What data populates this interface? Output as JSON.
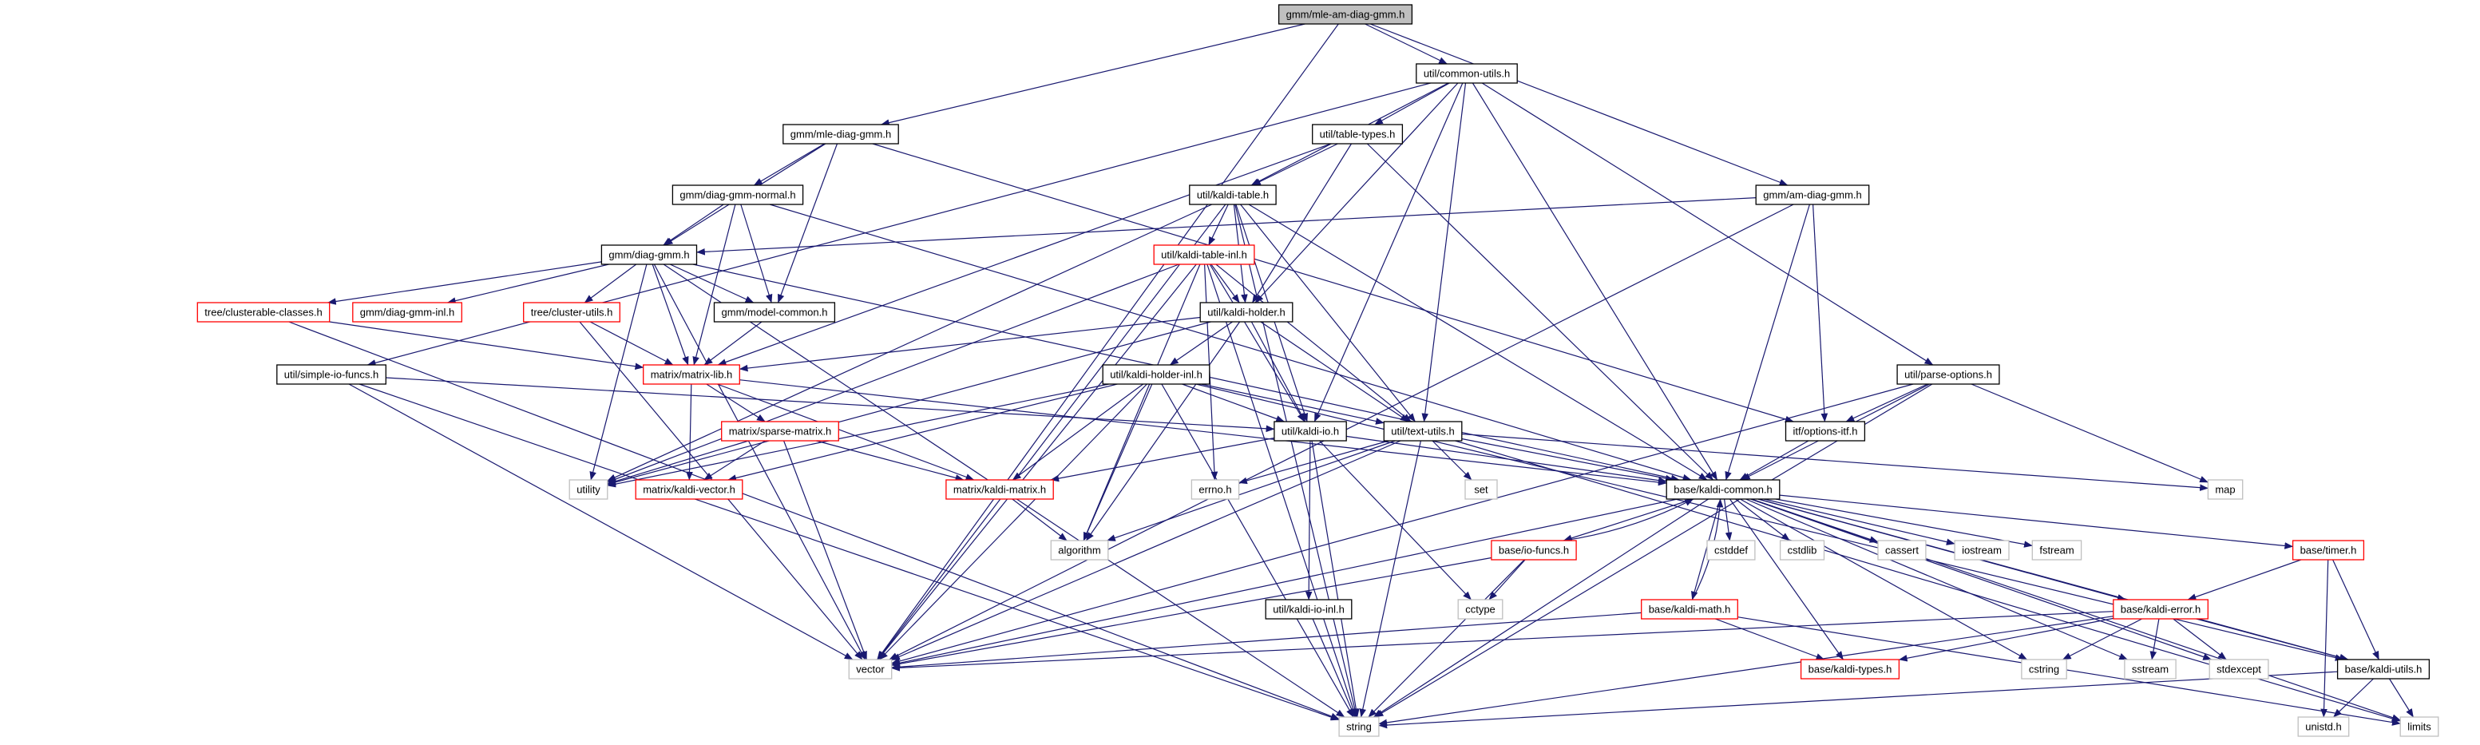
{
  "graph": {
    "colors": {
      "edge": "#191970",
      "root_fill": "#bfbfbf",
      "node_border": "#000000",
      "truncated_border": "#ff0000",
      "system_border": "#bfbfbf",
      "text": "#000000",
      "background": "#ffffff"
    },
    "nodes": [
      {
        "id": "root",
        "label": "gmm/mle-am-diag-gmm.h",
        "style": "root"
      },
      {
        "id": "common_utils",
        "label": "util/common-utils.h",
        "style": "normal"
      },
      {
        "id": "mle_diag",
        "label": "gmm/mle-diag-gmm.h",
        "style": "normal"
      },
      {
        "id": "table_types",
        "label": "util/table-types.h",
        "style": "normal"
      },
      {
        "id": "am_diag",
        "label": "gmm/am-diag-gmm.h",
        "style": "normal"
      },
      {
        "id": "dgn",
        "label": "gmm/diag-gmm-normal.h",
        "style": "normal"
      },
      {
        "id": "kaldi_table",
        "label": "util/kaldi-table.h",
        "style": "normal"
      },
      {
        "id": "diag_gmm",
        "label": "gmm/diag-gmm.h",
        "style": "normal"
      },
      {
        "id": "table_inl",
        "label": "util/kaldi-table-inl.h",
        "style": "truncated"
      },
      {
        "id": "clusterable",
        "label": "tree/clusterable-classes.h",
        "style": "truncated"
      },
      {
        "id": "dg_inl",
        "label": "gmm/diag-gmm-inl.h",
        "style": "truncated"
      },
      {
        "id": "cluster_utils",
        "label": "tree/cluster-utils.h",
        "style": "truncated"
      },
      {
        "id": "model_common",
        "label": "gmm/model-common.h",
        "style": "normal"
      },
      {
        "id": "holder",
        "label": "util/kaldi-holder.h",
        "style": "normal"
      },
      {
        "id": "parse_options",
        "label": "util/parse-options.h",
        "style": "normal"
      },
      {
        "id": "simple_io",
        "label": "util/simple-io-funcs.h",
        "style": "normal"
      },
      {
        "id": "matrix_lib",
        "label": "matrix/matrix-lib.h",
        "style": "truncated"
      },
      {
        "id": "holder_inl",
        "label": "util/kaldi-holder-inl.h",
        "style": "normal"
      },
      {
        "id": "options_itf",
        "label": "itf/options-itf.h",
        "style": "normal"
      },
      {
        "id": "kaldi_io",
        "label": "util/kaldi-io.h",
        "style": "normal"
      },
      {
        "id": "text_utils",
        "label": "util/text-utils.h",
        "style": "normal"
      },
      {
        "id": "sparse",
        "label": "matrix/sparse-matrix.h",
        "style": "truncated"
      },
      {
        "id": "utility",
        "label": "utility",
        "style": "system"
      },
      {
        "id": "kaldi_vector",
        "label": "matrix/kaldi-vector.h",
        "style": "truncated"
      },
      {
        "id": "kaldi_matrix",
        "label": "matrix/kaldi-matrix.h",
        "style": "truncated"
      },
      {
        "id": "errno",
        "label": "errno.h",
        "style": "system"
      },
      {
        "id": "set",
        "label": "set",
        "style": "system"
      },
      {
        "id": "kaldi_common",
        "label": "base/kaldi-common.h",
        "style": "normal"
      },
      {
        "id": "map",
        "label": "map",
        "style": "system"
      },
      {
        "id": "algorithm",
        "label": "algorithm",
        "style": "system"
      },
      {
        "id": "io_funcs",
        "label": "base/io-funcs.h",
        "style": "truncated"
      },
      {
        "id": "cstddef",
        "label": "cstddef",
        "style": "system"
      },
      {
        "id": "cstdlib",
        "label": "cstdlib",
        "style": "system"
      },
      {
        "id": "cassert",
        "label": "cassert",
        "style": "system"
      },
      {
        "id": "iostream",
        "label": "iostream",
        "style": "system"
      },
      {
        "id": "fstream",
        "label": "fstream",
        "style": "system"
      },
      {
        "id": "timer",
        "label": "base/timer.h",
        "style": "truncated"
      },
      {
        "id": "cctype",
        "label": "cctype",
        "style": "system"
      },
      {
        "id": "io_inl",
        "label": "util/kaldi-io-inl.h",
        "style": "normal"
      },
      {
        "id": "kaldi_math",
        "label": "base/kaldi-math.h",
        "style": "truncated"
      },
      {
        "id": "kaldi_error",
        "label": "base/kaldi-error.h",
        "style": "truncated"
      },
      {
        "id": "vector",
        "label": "vector",
        "style": "system"
      },
      {
        "id": "kaldi_types",
        "label": "base/kaldi-types.h",
        "style": "truncated"
      },
      {
        "id": "cstring",
        "label": "cstring",
        "style": "system"
      },
      {
        "id": "sstream",
        "label": "sstream",
        "style": "system"
      },
      {
        "id": "stdexcept",
        "label": "stdexcept",
        "style": "system"
      },
      {
        "id": "kaldi_utils",
        "label": "base/kaldi-utils.h",
        "style": "normal"
      },
      {
        "id": "string",
        "label": "string",
        "style": "system"
      },
      {
        "id": "unistd",
        "label": "unistd.h",
        "style": "system"
      },
      {
        "id": "limits",
        "label": "limits",
        "style": "system"
      }
    ],
    "edges": [
      [
        "root",
        "common_utils"
      ],
      [
        "root",
        "mle_diag"
      ],
      [
        "root",
        "am_diag"
      ],
      [
        "root",
        "vector"
      ],
      [
        "common_utils",
        "table_types"
      ],
      [
        "common_utils",
        "kaldi_table"
      ],
      [
        "common_utils",
        "holder"
      ],
      [
        "common_utils",
        "kaldi_io"
      ],
      [
        "common_utils",
        "text_utils"
      ],
      [
        "common_utils",
        "kaldi_common"
      ],
      [
        "common_utils",
        "parse_options"
      ],
      [
        "common_utils",
        "simple_io"
      ],
      [
        "mle_diag",
        "dgn"
      ],
      [
        "mle_diag",
        "diag_gmm"
      ],
      [
        "mle_diag",
        "model_common"
      ],
      [
        "mle_diag",
        "options_itf"
      ],
      [
        "table_types",
        "kaldi_table"
      ],
      [
        "table_types",
        "holder"
      ],
      [
        "table_types",
        "kaldi_common"
      ],
      [
        "table_types",
        "matrix_lib"
      ],
      [
        "am_diag",
        "diag_gmm"
      ],
      [
        "am_diag",
        "options_itf"
      ],
      [
        "am_diag",
        "kaldi_common"
      ],
      [
        "am_diag",
        "vector"
      ],
      [
        "dgn",
        "diag_gmm"
      ],
      [
        "dgn",
        "model_common"
      ],
      [
        "dgn",
        "matrix_lib"
      ],
      [
        "dgn",
        "kaldi_common"
      ],
      [
        "kaldi_table",
        "table_inl"
      ],
      [
        "kaldi_table",
        "holder"
      ],
      [
        "kaldi_table",
        "kaldi_io"
      ],
      [
        "kaldi_table",
        "text_utils"
      ],
      [
        "kaldi_table",
        "kaldi_common"
      ],
      [
        "kaldi_table",
        "utility"
      ],
      [
        "kaldi_table",
        "vector"
      ],
      [
        "kaldi_table",
        "string"
      ],
      [
        "diag_gmm",
        "clusterable"
      ],
      [
        "diag_gmm",
        "dg_inl"
      ],
      [
        "diag_gmm",
        "cluster_utils"
      ],
      [
        "diag_gmm",
        "model_common"
      ],
      [
        "diag_gmm",
        "matrix_lib"
      ],
      [
        "diag_gmm",
        "kaldi_common"
      ],
      [
        "diag_gmm",
        "utility"
      ],
      [
        "diag_gmm",
        "vector"
      ],
      [
        "diag_gmm",
        "string"
      ],
      [
        "table_inl",
        "holder"
      ],
      [
        "table_inl",
        "kaldi_io"
      ],
      [
        "table_inl",
        "text_utils"
      ],
      [
        "table_inl",
        "errno"
      ],
      [
        "table_inl",
        "algorithm"
      ],
      [
        "table_inl",
        "vector"
      ],
      [
        "table_inl",
        "utility"
      ],
      [
        "table_inl",
        "string"
      ],
      [
        "clusterable",
        "matrix_lib"
      ],
      [
        "clusterable",
        "string"
      ],
      [
        "cluster_utils",
        "matrix_lib"
      ],
      [
        "cluster_utils",
        "vector"
      ],
      [
        "model_common",
        "matrix_lib"
      ],
      [
        "holder",
        "holder_inl"
      ],
      [
        "holder",
        "kaldi_io"
      ],
      [
        "holder",
        "text_utils"
      ],
      [
        "holder",
        "matrix_lib"
      ],
      [
        "holder",
        "algorithm"
      ],
      [
        "holder",
        "utility"
      ],
      [
        "parse_options",
        "options_itf"
      ],
      [
        "parse_options",
        "kaldi_common"
      ],
      [
        "parse_options",
        "map"
      ],
      [
        "parse_options",
        "string"
      ],
      [
        "parse_options",
        "vector"
      ],
      [
        "simple_io",
        "kaldi_io"
      ],
      [
        "simple_io",
        "vector"
      ],
      [
        "simple_io",
        "string"
      ],
      [
        "matrix_lib",
        "sparse"
      ],
      [
        "matrix_lib",
        "kaldi_matrix"
      ],
      [
        "matrix_lib",
        "kaldi_vector"
      ],
      [
        "matrix_lib",
        "kaldi_common"
      ],
      [
        "holder_inl",
        "kaldi_io"
      ],
      [
        "holder_inl",
        "text_utils"
      ],
      [
        "holder_inl",
        "kaldi_matrix"
      ],
      [
        "holder_inl",
        "kaldi_vector"
      ],
      [
        "holder_inl",
        "algorithm"
      ],
      [
        "holder_inl",
        "vector"
      ],
      [
        "holder_inl",
        "utility"
      ],
      [
        "holder_inl",
        "string"
      ],
      [
        "holder_inl",
        "kaldi_utils"
      ],
      [
        "options_itf",
        "kaldi_common"
      ],
      [
        "kaldi_io",
        "kaldi_common"
      ],
      [
        "kaldi_io",
        "kaldi_matrix"
      ],
      [
        "kaldi_io",
        "io_inl"
      ],
      [
        "kaldi_io",
        "cctype"
      ],
      [
        "kaldi_io",
        "string"
      ],
      [
        "text_utils",
        "kaldi_common"
      ],
      [
        "text_utils",
        "errno"
      ],
      [
        "text_utils",
        "set"
      ],
      [
        "text_utils",
        "algorithm"
      ],
      [
        "text_utils",
        "vector"
      ],
      [
        "text_utils",
        "string"
      ],
      [
        "text_utils",
        "map"
      ],
      [
        "text_utils",
        "limits"
      ],
      [
        "sparse",
        "kaldi_matrix"
      ],
      [
        "sparse",
        "kaldi_vector"
      ],
      [
        "sparse",
        "utility"
      ],
      [
        "sparse",
        "vector"
      ],
      [
        "kaldi_matrix",
        "algorithm"
      ],
      [
        "kaldi_common",
        "io_funcs"
      ],
      [
        "kaldi_common",
        "cstddef"
      ],
      [
        "kaldi_common",
        "cstdlib"
      ],
      [
        "kaldi_common",
        "cassert"
      ],
      [
        "kaldi_common",
        "iostream"
      ],
      [
        "kaldi_common",
        "fstream"
      ],
      [
        "kaldi_common",
        "timer"
      ],
      [
        "kaldi_common",
        "kaldi_math"
      ],
      [
        "kaldi_common",
        "kaldi_error"
      ],
      [
        "kaldi_common",
        "kaldi_types"
      ],
      [
        "kaldi_common",
        "kaldi_utils"
      ],
      [
        "kaldi_common",
        "cstring"
      ],
      [
        "kaldi_common",
        "sstream"
      ],
      [
        "kaldi_common",
        "stdexcept"
      ],
      [
        "kaldi_common",
        "vector"
      ],
      [
        "kaldi_common",
        "string"
      ],
      [
        "kaldi_common",
        "limits"
      ],
      [
        "io_funcs",
        "kaldi_common"
      ],
      [
        "io_funcs",
        "cctype"
      ],
      [
        "io_funcs",
        "vector"
      ],
      [
        "io_funcs",
        "string"
      ],
      [
        "timer",
        "kaldi_error"
      ],
      [
        "timer",
        "kaldi_utils"
      ],
      [
        "timer",
        "unistd"
      ],
      [
        "io_inl",
        "string"
      ],
      [
        "kaldi_math",
        "kaldi_common"
      ],
      [
        "kaldi_math",
        "kaldi_types"
      ],
      [
        "kaldi_math",
        "vector"
      ],
      [
        "kaldi_math",
        "limits"
      ],
      [
        "kaldi_error",
        "kaldi_types"
      ],
      [
        "kaldi_error",
        "kaldi_utils"
      ],
      [
        "kaldi_error",
        "vector"
      ],
      [
        "kaldi_error",
        "string"
      ],
      [
        "kaldi_error",
        "cstring"
      ],
      [
        "kaldi_error",
        "sstream"
      ],
      [
        "kaldi_error",
        "stdexcept"
      ],
      [
        "kaldi_utils",
        "string"
      ],
      [
        "kaldi_utils",
        "unistd"
      ],
      [
        "kaldi_utils",
        "limits"
      ]
    ]
  }
}
